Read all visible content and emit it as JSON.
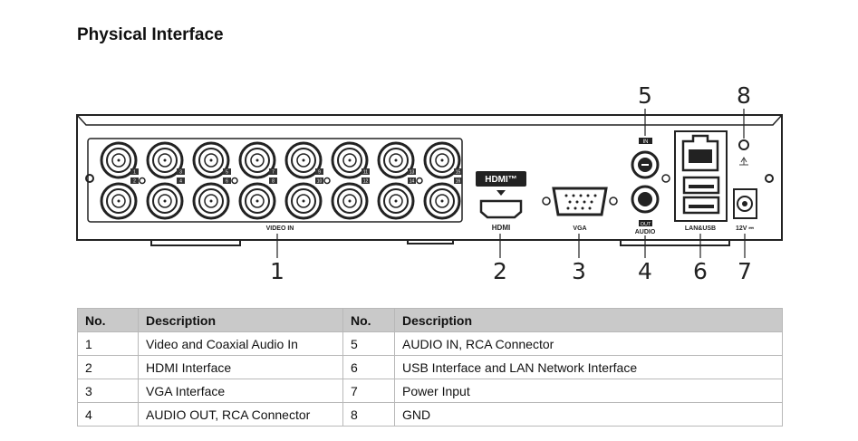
{
  "title": "Physical Interface",
  "diagram": {
    "video_in": "VIDEO IN",
    "hdmi_logo": "HDMI™",
    "hdmi": "HDMI",
    "vga": "VGA",
    "audio_in": "IN",
    "audio_out": "OUT",
    "audio": "AUDIO",
    "lan_usb": "LAN&USB",
    "power": "12V ⎓",
    "ports_top": [
      "1",
      "3",
      "5",
      "7",
      "9",
      "11",
      "13",
      "15"
    ],
    "ports_bottom": [
      "2",
      "4",
      "6",
      "8",
      "10",
      "12",
      "14",
      "16"
    ],
    "callouts": {
      "c1": "1",
      "c2": "2",
      "c3": "3",
      "c4": "4",
      "c5": "5",
      "c6": "6",
      "c7": "7",
      "c8": "8"
    }
  },
  "table": {
    "headers": [
      "No.",
      "Description",
      "No.",
      "Description"
    ],
    "rows": [
      [
        "1",
        "Video and Coaxial Audio In",
        "5",
        "AUDIO IN, RCA Connector"
      ],
      [
        "2",
        "HDMI Interface",
        "6",
        "USB Interface and LAN Network Interface"
      ],
      [
        "3",
        "VGA Interface",
        "7",
        "Power Input"
      ],
      [
        "4",
        "AUDIO OUT, RCA Connector",
        "8",
        "GND"
      ]
    ]
  }
}
